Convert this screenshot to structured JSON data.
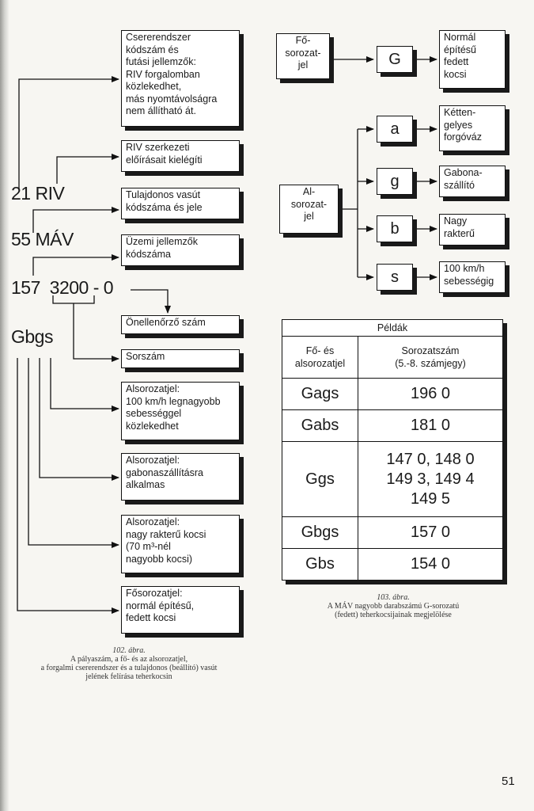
{
  "page": {
    "number": "51"
  },
  "fig102": {
    "codes": {
      "riv": "21 RIV",
      "mav": "55 MÁV",
      "number": "157  3200 - 0",
      "series": "Gbgs"
    },
    "boxes": [
      "Csererendszer\nkódszám és\nfutási jellemzők:\nRIV forgalomban\nközlekedhet,\nmás nyomtávolságra\nnem állítható át.",
      "RIV szerkezeti\nelőírásait kielégíti",
      "Tulajdonos vasút\nkódszáma és jele",
      "Üzemi jellemzők\nkódszáma",
      "Önellenőrző szám",
      "Sorszám",
      "Alsorozatjel:\n100 km/h legnagyobb\nsebességgel\nközlekedhet",
      "Alsorozatjel:\ngabonaszállításra\nalkalmas",
      "Alsorozatjel:\nnagy rakterű kocsi\n(70 m³-nél\nnagyobb kocsi)",
      "Fősorozatjel:\nnormál építésű,\nfedett kocsi"
    ],
    "caption": {
      "figure": "102. ábra.",
      "text": "A pályaszám, a fő- és az alsorozatjel,\na forgalmi csererendszer és a tulajdonos (beállító) vasút\njelének felírása teherkocsin"
    }
  },
  "fig103": {
    "main_series": {
      "label": "Fő-\nsorozat-\njel",
      "letter": "G",
      "meaning": "Normál\népítésű\nfedett\nkocsi"
    },
    "sub_series": {
      "label": "Al-\nsorozat-\njel",
      "items": [
        {
          "letter": "a",
          "meaning": "Kétten-\ngelyes\nforgóváz"
        },
        {
          "letter": "g",
          "meaning": "Gabona-\nszállító"
        },
        {
          "letter": "b",
          "meaning": "Nagy\nrakterű"
        },
        {
          "letter": "s",
          "meaning": "100 km/h\nsebességig"
        }
      ]
    },
    "table": {
      "title": "Példák",
      "headers": [
        "Fő- és\nalsorozatjel",
        "Sorozatszám\n(5.-8. számjegy)"
      ],
      "rows": [
        {
          "code": "Gags",
          "numbers": [
            "196 0"
          ]
        },
        {
          "code": "Gabs",
          "numbers": [
            "181 0"
          ]
        },
        {
          "code": "Ggs",
          "numbers": [
            "147 0, 148 0",
            "149 3, 149 4",
            "149 5"
          ]
        },
        {
          "code": "Gbgs",
          "numbers": [
            "157 0"
          ]
        },
        {
          "code": "Gbs",
          "numbers": [
            "154 0"
          ]
        }
      ]
    },
    "caption": {
      "figure": "103. ábra.",
      "text": "A MÁV nagyobb darabszámú G-sorozatú\n(fedett) teherkocsijainak megjelölése"
    }
  }
}
